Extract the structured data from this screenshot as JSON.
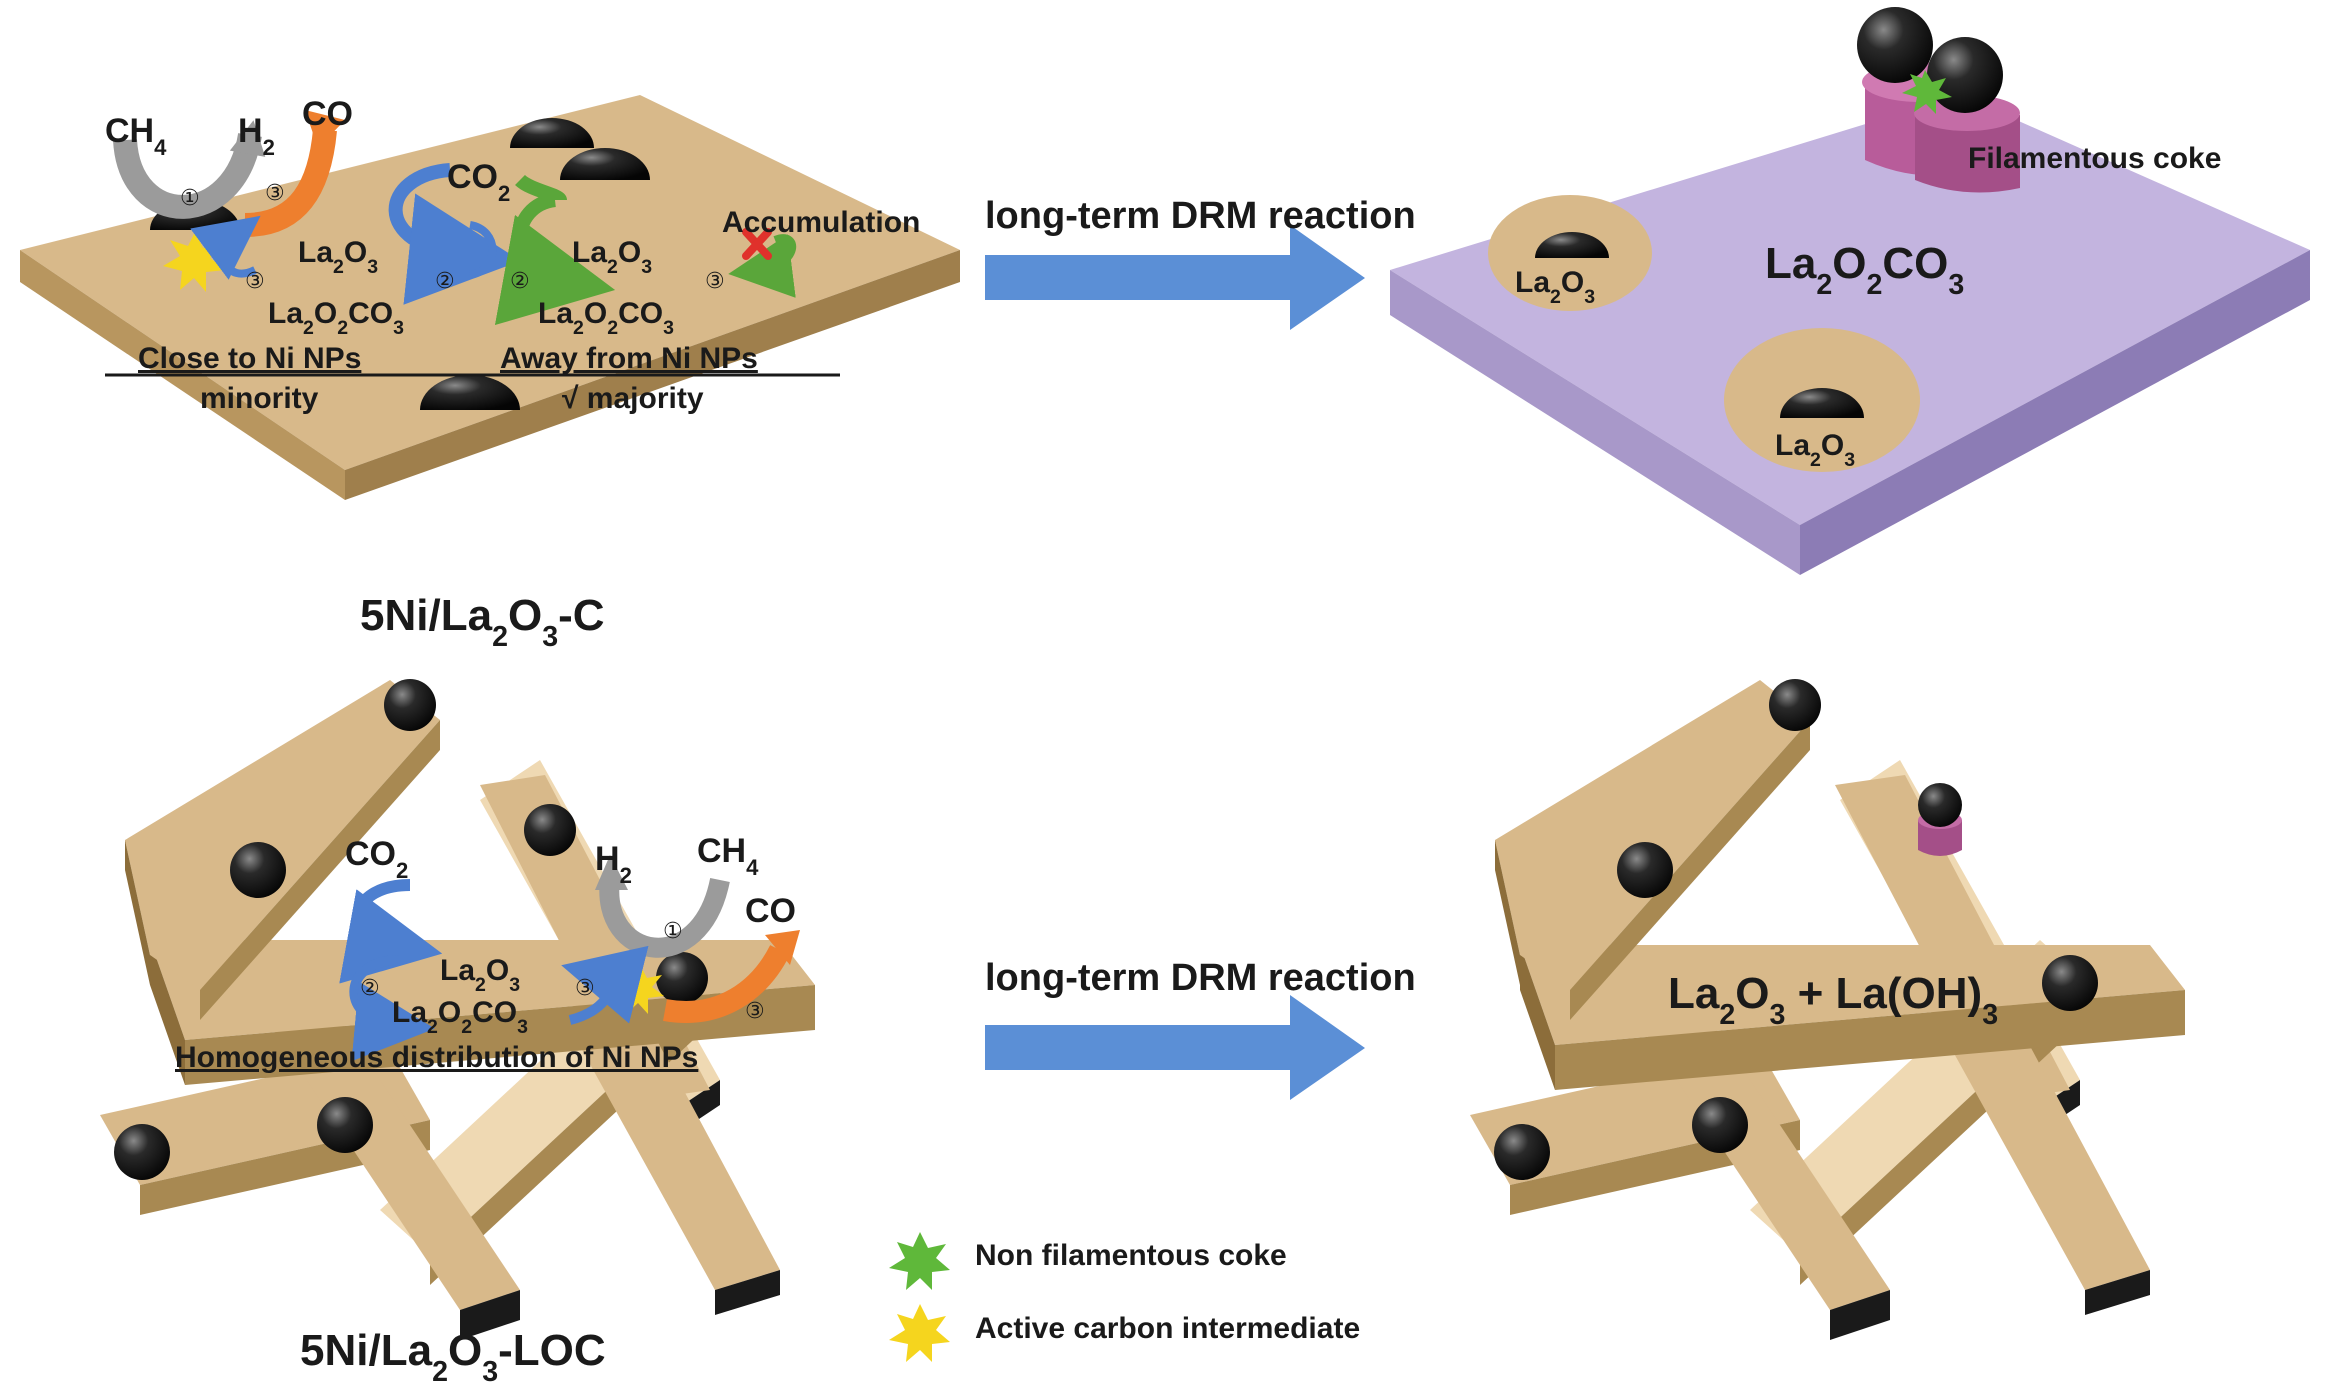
{
  "catalysts": {
    "top": "5Ni/La2O3-C",
    "bottom": "5Ni/La2O3-LOC"
  },
  "arrows": {
    "top": "long-term DRM reaction",
    "bottom": "long-term DRM reaction"
  },
  "top_left": {
    "ch4": "CH4",
    "h2": "H2",
    "co": "CO",
    "co2": "CO2",
    "la2o3_left": "La2O3",
    "la2o3_right": "La2O3",
    "la2o2co3_left": "La2O2CO3",
    "la2o2co3_right": "La2O2CO3",
    "accumulation": "Accumulation",
    "close_label": "Close to Ni NPs",
    "away_label": "Away from Ni NPs",
    "minority": "minority",
    "majority": "√ majority",
    "step1": "①",
    "step2": "②",
    "step3": "③"
  },
  "top_right": {
    "filamentous": "Filamentous coke",
    "support": "La2O2CO3",
    "island_a": "La2O3",
    "island_b": "La2O3"
  },
  "bottom_left": {
    "co2": "CO2",
    "h2": "H2",
    "ch4": "CH4",
    "co": "CO",
    "la2o3": "La2O3",
    "la2o2co3": "La2O2CO3",
    "distribution": "Homogeneous distribution of Ni NPs"
  },
  "bottom_right": {
    "phase": "La2O3 + La(OH)3"
  },
  "legend": {
    "items": [
      {
        "label": "Non filamentous coke",
        "color": "#5fb83a"
      },
      {
        "label": "Active carbon intermediate",
        "color": "#f5d51e"
      }
    ]
  },
  "colors": {
    "support_tan": "#d8b98a",
    "support_purple": "#c3b4df",
    "arrow_blue": "#5b8fd6"
  }
}
